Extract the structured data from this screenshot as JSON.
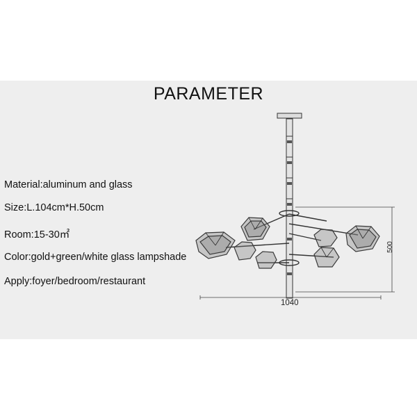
{
  "title": "PARAMETER",
  "specs": [
    "Material:aluminum and glass",
    "Size:L.104cm*H.50cm",
    "Room:15-30㎡",
    "Color:gold+green/white glass lampshade",
    "Apply:foyer/bedroom/restaurant"
  ],
  "dimensions": {
    "width": "1040",
    "height": "500"
  },
  "colors": {
    "band": "#eeeeee",
    "line": "#333333",
    "shade": "#5a5a5a"
  }
}
